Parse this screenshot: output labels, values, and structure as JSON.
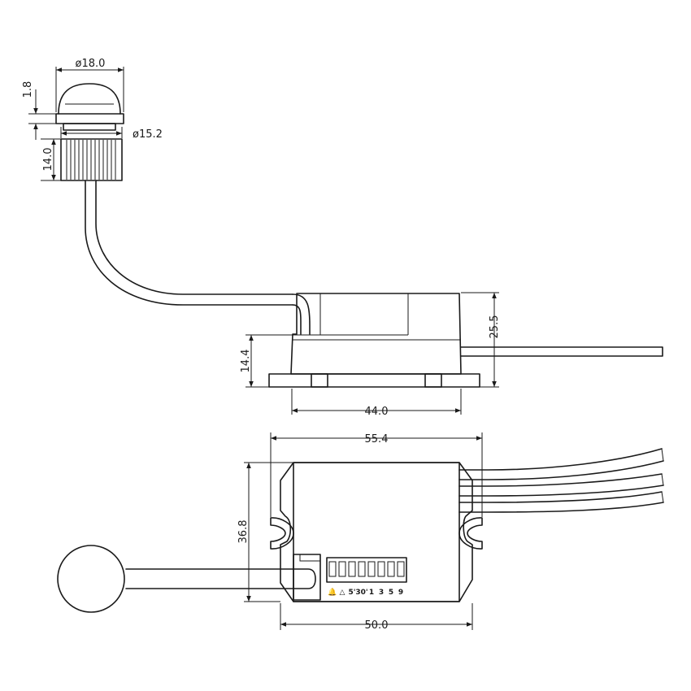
{
  "dimensions": {
    "dome_diameter": "ø18.0",
    "dome_height": "1.8",
    "thread_diameter": "ø15.2",
    "sensor_height": "14.0",
    "body_height": "25.5",
    "lower_height": "14.4",
    "body_width_side": "44.0",
    "top_width": "55.4",
    "top_depth": "36.8",
    "top_width_bottom": "50.0"
  },
  "dip_labels": [
    "🔔",
    "△",
    "5'",
    "30'",
    "1",
    "3",
    "5",
    "9"
  ]
}
